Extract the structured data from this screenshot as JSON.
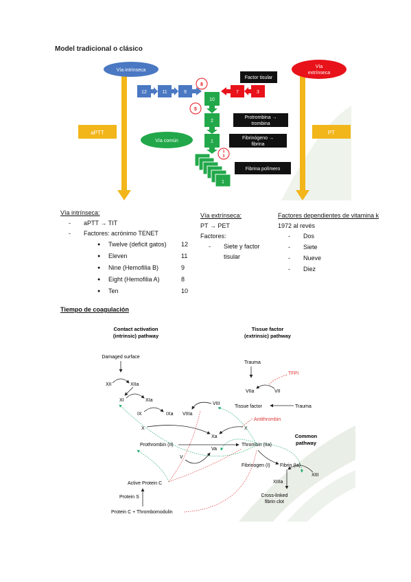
{
  "fig1": {
    "title": "Model tradicional o clásico",
    "intrinsic": "Vía intrínseca",
    "extrinsic_1": "Vía",
    "extrinsic_2": "extrínseca",
    "factor_tisular": "Factor tisular",
    "common": "Vía común",
    "aptt": "aPTT",
    "pt": "PT",
    "b12": "12",
    "b11": "11",
    "b9": "9",
    "b10": "10",
    "b7": "7",
    "b3": "3",
    "b2": "2",
    "b1": "1",
    "b1_stack": "1",
    "c8": "8",
    "c5": "5",
    "c1": "1",
    "c3": "3",
    "protrombina_1": "Protrombina →",
    "protrombina_2": "trombina",
    "fibrinogeno_1": "Fibrinógeno →",
    "fibrinogeno_2": "fibrina",
    "polimero": "Fibrina polímero"
  },
  "notes": {
    "intrinsic_heading": "Vía intrínseca:",
    "i_item1": "aPTT → TIT",
    "i_item2": "Factores: acrónimo TENET",
    "tenet": [
      {
        "name": "Twelve (deficit gatos)",
        "num": "12"
      },
      {
        "name": "Eleven",
        "num": "11"
      },
      {
        "name": "Nine (Hemofilia B)",
        "num": "9"
      },
      {
        "name": "Eight (Hemofilia A)",
        "num": "8"
      },
      {
        "name": "Ten",
        "num": "10"
      }
    ],
    "extrinsic_heading": "Vía extrínseca:",
    "e_line1": "PT → PET",
    "e_line2": "Factores:",
    "e_item_1": "Siete y factor",
    "e_item_2": "tisular",
    "vitk_heading": "Factores dependientes de vitamina k",
    "vitk_line": "1972 al revés",
    "vitk_items": [
      "Dos",
      "Siete",
      "Nueve",
      "Diez"
    ],
    "coag_heading": "Tiempo de coagulación"
  },
  "fig2": {
    "contact_1": "Contact activation",
    "contact_2": "(intrinsic) pathway",
    "tissue_1": "Tissue factor",
    "tissue_2": "(extrinsic) pathway",
    "damaged": "Damaged surface",
    "xii": "XII",
    "xiia": "XIIa",
    "xi": "XI",
    "xia": "XIa",
    "ix": "IX",
    "ixa": "IXa",
    "viiia": "VIIIa",
    "viii": "VIII",
    "trauma1": "Trauma",
    "tfpi": "TFPI",
    "viia": "VIIa",
    "vii": "VII",
    "tissue_factor": "Tissue factor",
    "trauma2": "Trauma",
    "antithrombin": "Antithrombin",
    "x_left": "X",
    "x_right": "X",
    "xa": "Xa",
    "prothrombin": "Prothrombin (II)",
    "thrombin": "Thrombin (IIa)",
    "v": "V",
    "va": "Va",
    "common_1": "Common",
    "common_2": "pathway",
    "fibrinogen": "Fibrinogen (I)",
    "fibrin": "Fibrin (Ia)",
    "xiiia": "XIIIa",
    "xiii": "XIII",
    "crosslinked_1": "Cross-linked",
    "crosslinked_2": "fibrin clot",
    "apc": "Active Protein C",
    "protein_s": "Protein S",
    "protein_c": "Protein C + Thrombomodulin"
  }
}
